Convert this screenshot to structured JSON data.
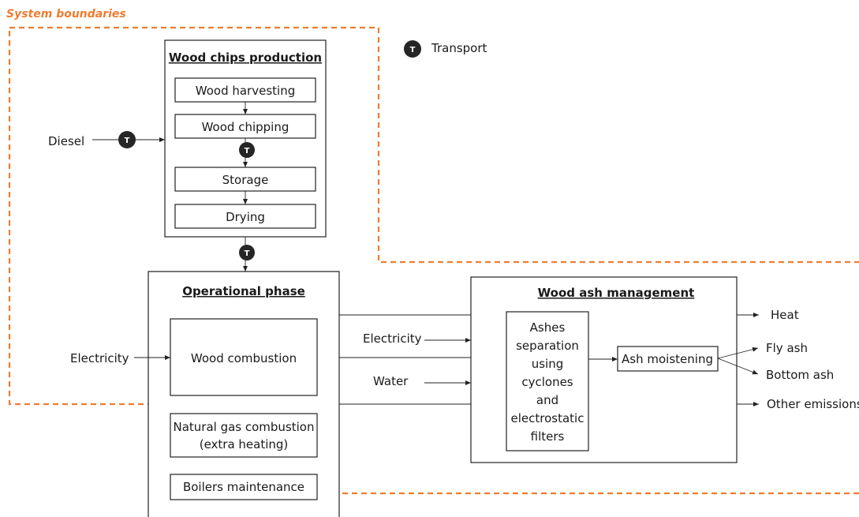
{
  "system_boundaries": "System boundaries",
  "legend": {
    "symbol": "T",
    "label": "Transport"
  },
  "wood_chips": {
    "title": "Wood chips production",
    "steps": [
      "Wood harvesting",
      "Wood chipping",
      "Storage",
      "Drying"
    ]
  },
  "inputs": {
    "diesel": "Diesel",
    "electricity_left": "Electricity",
    "electricity_mid": "Electricity",
    "water": "Water"
  },
  "operational": {
    "title": "Operational phase",
    "wood_combustion": "Wood combustion",
    "natural_gas": [
      "Natural  gas combustion",
      "(extra heating)"
    ],
    "boilers": "Boilers maintenance"
  },
  "ash_management": {
    "title": "Wood ash management",
    "separation": [
      "Ashes",
      "separation",
      "using",
      "cyclones",
      "and",
      "electrostatic",
      "filters"
    ],
    "moistening": "Ash moistening"
  },
  "outputs": [
    "Heat",
    "Fly ash",
    "Bottom ash",
    "Other emissions"
  ],
  "colors": {
    "boundary": "#ed7d31",
    "transport_marker": "#262626",
    "line": "#222222"
  }
}
